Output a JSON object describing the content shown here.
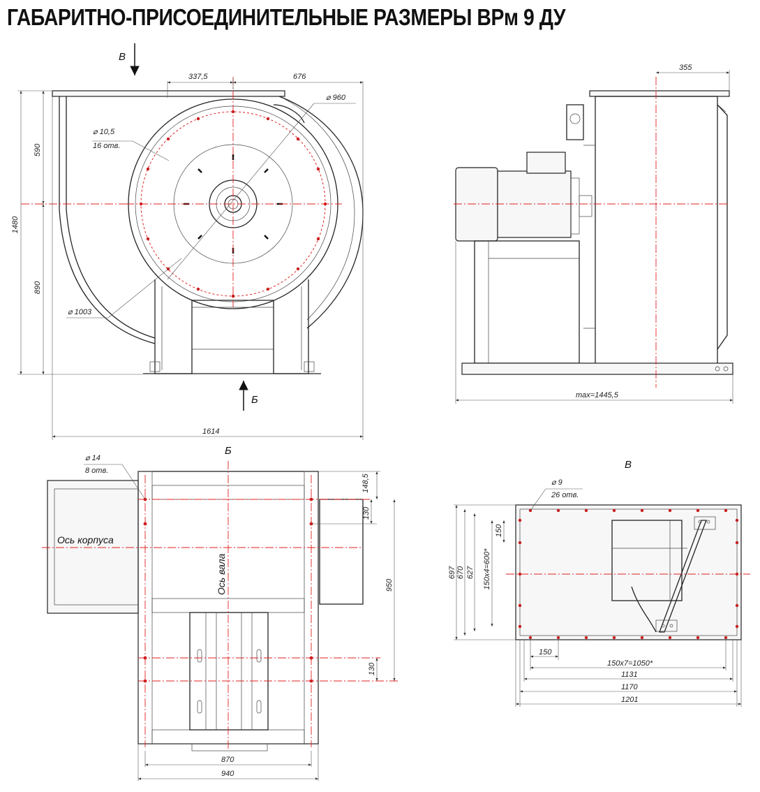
{
  "title": "ГАБАРИТНО-ПРИСОЕДИНИТЕЛЬНЫЕ РАЗМЕРЫ ВРм 9 ДУ",
  "views": {
    "front": {
      "view_b_arrow": "В",
      "view_v_arrow": "Б",
      "dims": {
        "top_left": "337,5",
        "top_right": "676",
        "dia_outlet": "⌀ 960",
        "holes_dia": "⌀ 10,5",
        "holes_count": "16 отв.",
        "height_upper": "590",
        "height_total": "1480",
        "height_lower": "890",
        "dia_inlet": "⌀ 1003",
        "width_total": "1614"
      }
    },
    "side": {
      "dims": {
        "depth": "355",
        "max_length": "max=1445,5"
      }
    },
    "bottom": {
      "label": "Б",
      "dims": {
        "holes_dia": "⌀ 14",
        "holes_count": "8 отв.",
        "d148": "148,5",
        "d130_top": "130",
        "d950": "950",
        "d130_bottom": "130",
        "d870": "870",
        "d940": "940"
      },
      "axis_body": "Ось корпуса",
      "axis_shaft": "Ось вала"
    },
    "flange": {
      "label": "В",
      "dims": {
        "holes_dia": "⌀ 9",
        "holes_count": "26 отв.",
        "d697": "697",
        "d670": "670",
        "d627": "627",
        "d150v": "150",
        "d600": "150х4=600*",
        "d150h": "150",
        "d1050": "150х7=1050*",
        "d1131": "1131",
        "d1170": "1170",
        "d1201": "1201"
      }
    }
  }
}
